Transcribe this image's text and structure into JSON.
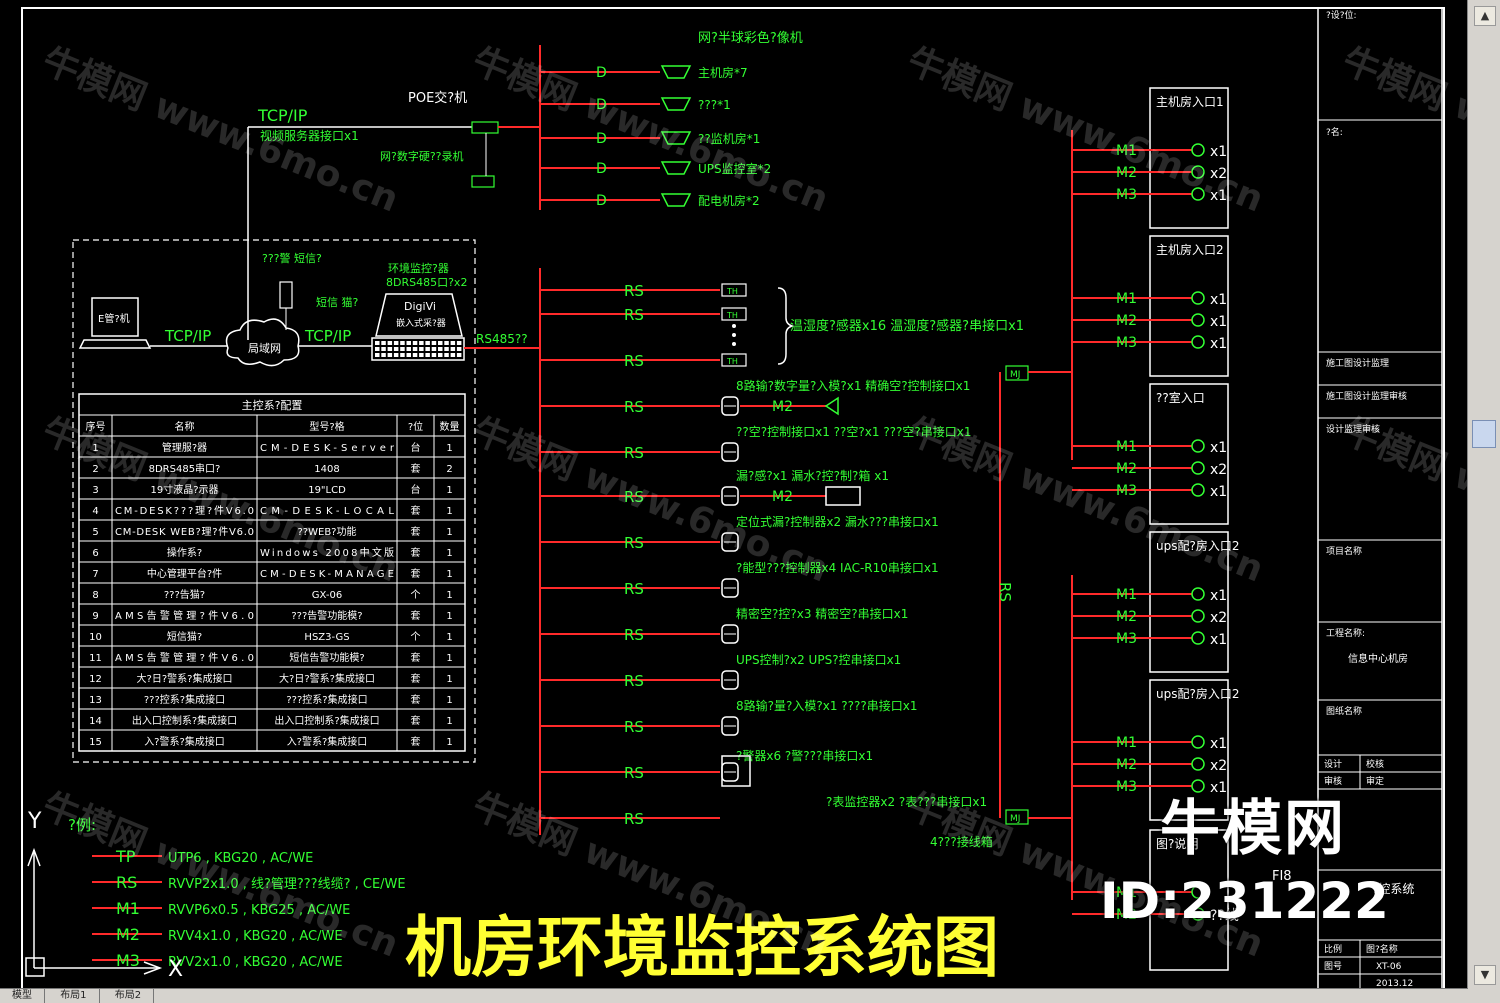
{
  "title": "机房环境监控系统图",
  "top_network": {
    "tcpip": "TCP/IP",
    "server": "视频服务器接口x1",
    "poe": "POE交?机",
    "digital": "网?数字硬??录机",
    "legend_d": "D",
    "cameras": [
      "网?半球彩色?像机",
      "主机房*7",
      "???*1",
      "??监机房*1",
      "UPS监控室*2",
      "配电机房*2"
    ]
  },
  "left_network": {
    "pc": "E管?机",
    "tcp_left": "TCP/IP",
    "tcp_right": "TCP/IP",
    "cloud": "局域网",
    "sms": "???警\n短信?",
    "gsm": "短信\n猫?",
    "controller_note": "环境监控?器",
    "controller_note2": "8DRS485口?x2",
    "controller_brand": "DigiVi",
    "controller_sub": "嵌入式采?器",
    "rs485": "RS485??"
  },
  "equipment_table": {
    "caption": "主控系?配置",
    "headers": [
      "序号",
      "名称",
      "型号?格",
      "?位",
      "数量"
    ],
    "rows": [
      [
        "1",
        "管理服?器",
        "CM-DESK-Server",
        "台",
        "1"
      ],
      [
        "2",
        "8DRS485串口?",
        "1408",
        "套",
        "2"
      ],
      [
        "3",
        "19寸液晶?示器",
        "19\"LCD",
        "台",
        "1"
      ],
      [
        "4",
        "CM-DESK???理?件V6.0",
        "CM-DESK-LOCAL",
        "套",
        "1"
      ],
      [
        "5",
        "CM-DESK WEB?理?件V6.0",
        "??WEB?功能",
        "套",
        "1"
      ],
      [
        "6",
        "操作系?",
        "Windows 2008中文版",
        "套",
        "1"
      ],
      [
        "7",
        "中心管理平台?件",
        "CM-DESK-MANAGE",
        "套",
        "1"
      ],
      [
        "8",
        "???告猫?",
        "GX-06",
        "个",
        "1"
      ],
      [
        "9",
        "AMS告警管理?件V6.0",
        "???告警功能模?",
        "套",
        "1"
      ],
      [
        "10",
        "短信猫?",
        "HSZ3-GS",
        "个",
        "1"
      ],
      [
        "11",
        "AMS告警管理?件V6.0",
        "短信告警功能模?",
        "套",
        "1"
      ],
      [
        "12",
        "大?日?警系?集成接口",
        "大?日?警系?集成接口",
        "套",
        "1"
      ],
      [
        "13",
        "???控系?集成接口",
        "???控系?集成接口",
        "套",
        "1"
      ],
      [
        "14",
        "出入口控制系?集成接口",
        "出入口控制系?集成接口",
        "套",
        "1"
      ],
      [
        "15",
        "入?警系?集成接口",
        "入?警系?集成接口",
        "套",
        "1"
      ]
    ]
  },
  "legend": {
    "title": "?例:",
    "rows": [
      [
        "TP",
        "UTP6 , KBG20 , AC/WE"
      ],
      [
        "RS",
        "RVVP2x1.0 , 线?管理???线缆? , CE/WE"
      ],
      [
        "M1",
        "RVVP6x0.5 , KBG25 , AC/WE"
      ],
      [
        "M2",
        "RVV4x1.0 , KBG20 , AC/WE"
      ],
      [
        "M3",
        "RVV2x1.0 , KBG20 , AC/WE"
      ]
    ]
  },
  "rs_bus": {
    "label": "RS",
    "devices": [
      "温湿度?感器x16  温湿度?感器?串接口x1",
      "8路输?数字量?入模?x1  精确空?控制接口x1",
      "??空?控制接口x1  ??空?x1  ???空?串接口x1",
      "漏?感?x1  漏水?控?制?箱  x1",
      "定位式漏?控制器x2  漏水???串接口x1",
      "?能型???控制器x4  IAC-R10串接口x1",
      "精密空?控?x3  精密空?串接口x1",
      "UPS控制?x2  UPS?控串接口x1",
      "8路输?量?入模?x1  ????串接口x1",
      "?警器x6  ?警???串接口x1",
      "?表监控器x2  ?表???串接口x1"
    ],
    "brace_note": "温湿度?感器x16  温湿度?感器?串接口x1",
    "sensor_label": "TH",
    "m2": "M2",
    "rs_vertical": "RS",
    "bottom_note": "4???接线箱",
    "junction": "MJ"
  },
  "power_panels": [
    {
      "title": "主机房入口1",
      "rows": [
        [
          "M1",
          "x1"
        ],
        [
          "M2",
          "x2"
        ],
        [
          "M3",
          "x1"
        ]
      ]
    },
    {
      "title": "主机房入口2",
      "rows": [
        [
          "M1",
          "x1"
        ],
        [
          "M2",
          "x1"
        ],
        [
          "M3",
          "x1"
        ]
      ]
    },
    {
      "title": "??室入口",
      "rows": [
        [
          "M1",
          "x1"
        ],
        [
          "M2",
          "x2"
        ],
        [
          "M3",
          "x1"
        ]
      ]
    },
    {
      "title": "ups配?房入口2",
      "rows": [
        [
          "M1",
          "x1"
        ],
        [
          "M2",
          "x2"
        ],
        [
          "M3",
          "x1"
        ]
      ]
    },
    {
      "title": "ups配?房入口2",
      "rows": [
        [
          "M1",
          "x1"
        ],
        [
          "M2",
          "x2"
        ],
        [
          "M3",
          "x1"
        ]
      ]
    },
    {
      "title": "图?说明",
      "rows": [
        [
          "M1",
          ""
        ],
        [
          "M2",
          "??线"
        ]
      ]
    }
  ],
  "title_block": {
    "r1": "?设?位:",
    "r2": "?名:",
    "r3": "施工图设计监理",
    "r4": "施工图设计监理审核",
    "r5": "设计监理审核",
    "r6": "项目名称",
    "r7": "工程名称:",
    "r7b": "信息中心机房",
    "r8": "图纸名称",
    "r9a": "设计",
    "r9b": "校核",
    "r10a": "审核",
    "r10b": "审定",
    "r11": "FI8",
    "r12": "?控系统",
    "r13a": "比例",
    "r13b": "图?名称",
    "r14a": "图号",
    "r14b": "XT-06",
    "r15": "2013.12"
  },
  "axis": {
    "y": "Y",
    "x": "X"
  },
  "tabs": [
    "模型",
    "布局1",
    "布局2"
  ],
  "brand": "牛模网",
  "brand_id": "ID:231222",
  "watermark": "牛模网 www.6mo.cn"
}
